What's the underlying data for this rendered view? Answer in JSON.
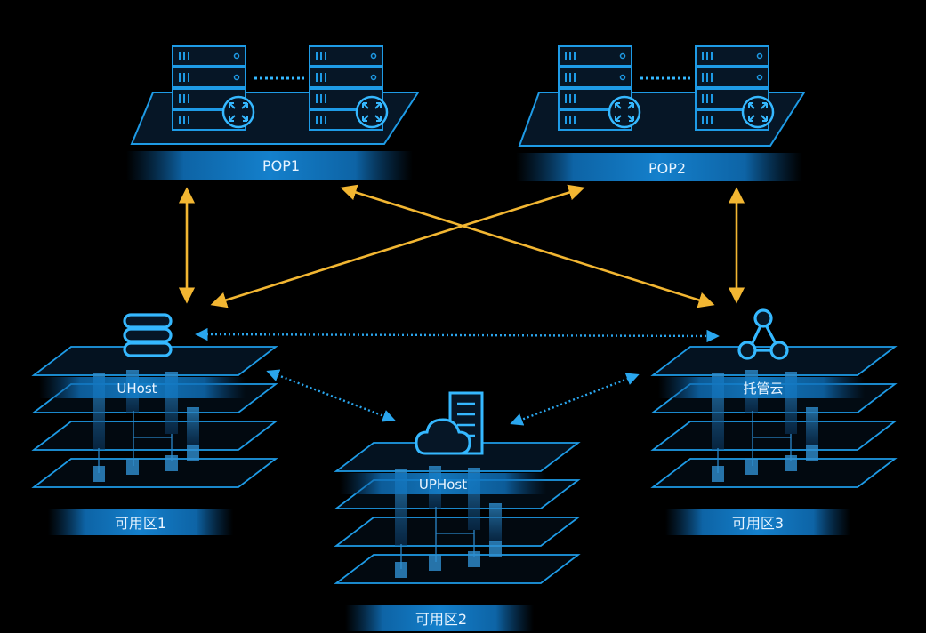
{
  "pops": [
    {
      "id": "pop1",
      "label": "POP1"
    },
    {
      "id": "pop2",
      "label": "POP2"
    }
  ],
  "zones": [
    {
      "id": "zone1",
      "label": "可用区1",
      "service": "UHost"
    },
    {
      "id": "zone2",
      "label": "可用区2",
      "service": "UPHost"
    },
    {
      "id": "zone3",
      "label": "可用区3",
      "service": "托管云"
    }
  ],
  "colors": {
    "background": "#000000",
    "line": "#1e9be6",
    "line_bright": "#35b8ff",
    "fill_dark": "#061626",
    "link_yellow": "#f2b632",
    "link_blue": "#2aa6ee",
    "label_bar": "#0f6fb8"
  },
  "icons": {
    "pop": "server-rack-router-icon",
    "zone1": "database-stack-icon",
    "zone2": "cloud-server-icon",
    "zone3": "cluster-network-icon"
  }
}
